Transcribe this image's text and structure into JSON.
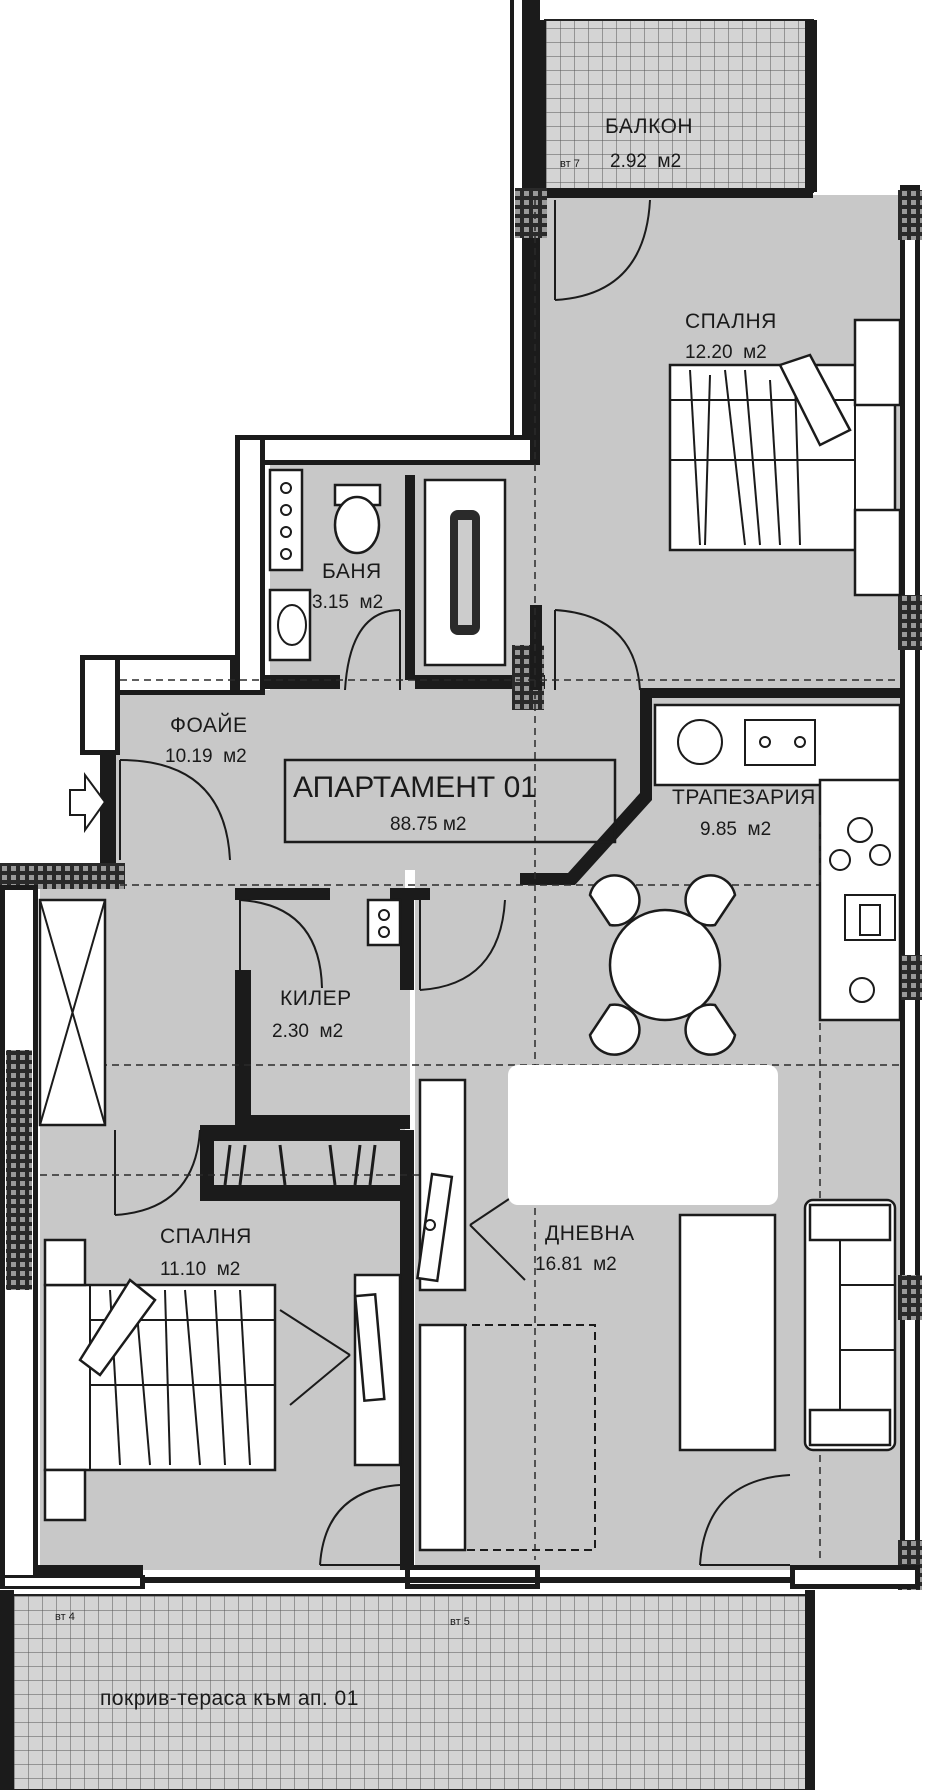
{
  "apartment": {
    "title": "АПАРТАМЕНТ 01",
    "area": "88.75 м2"
  },
  "rooms": {
    "balcony": {
      "name": "БАЛКОН",
      "area": "2.92  м2",
      "tag": "вт 7"
    },
    "bedroom_top": {
      "name": "СПАЛНЯ",
      "area": "12.20  м2"
    },
    "bathroom": {
      "name": "БАНЯ",
      "area": "3.15  м2"
    },
    "foyer": {
      "name": "ФОАЙЕ",
      "area": "10.19  м2"
    },
    "dining": {
      "name": "ТРАПЕЗАРИЯ",
      "area": "9.85  м2"
    },
    "pantry": {
      "name": "КИЛЕР",
      "area": "2.30  м2"
    },
    "bedroom_bottom": {
      "name": "СПАЛНЯ",
      "area": "11.10  м2"
    },
    "living": {
      "name": "ДНЕВНА",
      "area": "16.81  м2"
    },
    "terrace": {
      "name": "покрив-тераса към ап. 01"
    }
  },
  "tags": {
    "vt4": "вт 4",
    "vt5": "вт 5"
  },
  "icons": {
    "entrance": "entrance-arrow-icon"
  },
  "colors": {
    "floor": "#c8c8c8",
    "wall": "#1b1b1b",
    "background": "#ffffff"
  }
}
